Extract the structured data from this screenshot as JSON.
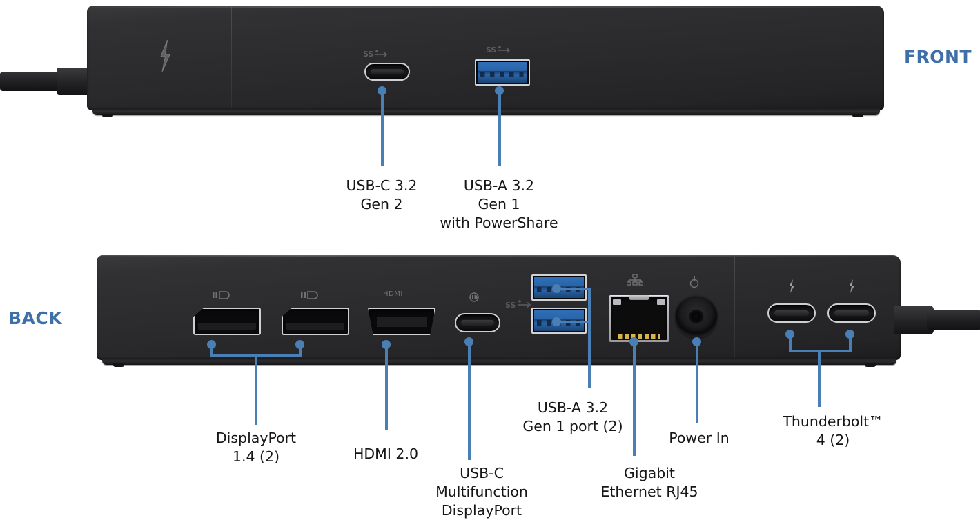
{
  "diagram": {
    "title": "Dock port layout diagram",
    "accent_color": "#4a7fb5",
    "section_label_color": "#3f6fa8",
    "chassis_color": "#2b2b2d",
    "usb_port_blue": "#2a63a8"
  },
  "sections": {
    "front": {
      "label": "FRONT"
    },
    "back": {
      "label": "BACK"
    }
  },
  "front_ports": [
    {
      "name": "usb-c-3-2-gen-2",
      "lines": [
        "USB-C 3.2",
        "Gen 2"
      ],
      "icon": "usb-c-port-icon",
      "printed_icon": "superspeed-usb-icon"
    },
    {
      "name": "usb-a-3-2-gen-1-powershare",
      "lines": [
        "USB-A 3.2",
        "Gen 1",
        "with PowerShare"
      ],
      "icon": "usb-a-port-icon",
      "printed_icon": "superspeed-usb-icon"
    }
  ],
  "front_branding": {
    "emblem": "thunderbolt-bolt-icon"
  },
  "back_ports": [
    {
      "name": "displayport-1-4",
      "lines": [
        "DisplayPort",
        "1.4 (2)"
      ],
      "icon": "displayport-port-icon",
      "printed_icon": "displayport-logo-icon",
      "count": 2
    },
    {
      "name": "hdmi-2-0",
      "lines": [
        "HDMI 2.0"
      ],
      "icon": "hdmi-port-icon",
      "printed_icon": "hdmi-logo-icon",
      "count": 1
    },
    {
      "name": "usb-c-multifunction-displayport",
      "lines": [
        "USB-C",
        "Multifunction",
        "DisplayPort"
      ],
      "icon": "usb-c-port-icon",
      "printed_icon": "displayport-logo-icon",
      "count": 1
    },
    {
      "name": "usb-a-3-2-gen-1-port",
      "lines": [
        "USB-A 3.2",
        "Gen 1 port (2)"
      ],
      "icon": "usb-a-port-icon",
      "printed_icon": "superspeed-usb-icon",
      "count": 2
    },
    {
      "name": "gigabit-ethernet-rj45",
      "lines": [
        "Gigabit",
        "Ethernet RJ45"
      ],
      "icon": "rj45-port-icon",
      "printed_icon": "network-logo-icon",
      "count": 1
    },
    {
      "name": "power-in",
      "lines": [
        "Power In"
      ],
      "icon": "power-jack-icon",
      "printed_icon": "power-logo-icon",
      "count": 1
    },
    {
      "name": "thunderbolt-4",
      "lines": [
        "Thunderbolt™",
        "4 (2)"
      ],
      "icon": "usb-c-port-icon",
      "printed_icon": "thunderbolt-bolt-icon",
      "count": 2
    }
  ]
}
